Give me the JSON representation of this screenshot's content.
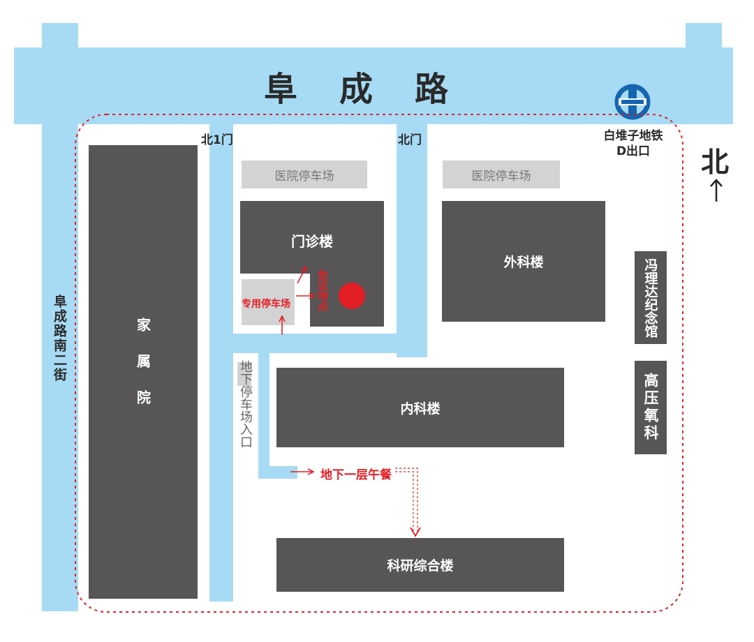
{
  "roads": {
    "main": "阜成路",
    "side": "阜成路南二街"
  },
  "gates": {
    "north1": "北1门",
    "north": "北门"
  },
  "metro": {
    "label_line1": "白堆子地铁",
    "label_line2": "D出口",
    "icon": "beijing-subway-logo"
  },
  "compass": {
    "label": "北",
    "icon": "arrow-up-icon"
  },
  "buildings": {
    "family_compound": "家属院",
    "outpatient": "门诊楼",
    "surgery": "外科楼",
    "internal_medicine": "内科楼",
    "research": "科研综合楼",
    "memorial": "冯理达纪念馆",
    "hyperbaric": "高压氧科"
  },
  "parking": {
    "hospital_lot_1": "医院停车场",
    "hospital_lot_2": "医院停车场",
    "dedicated": "专用停车场",
    "underground_entrance": "地下停车场入口"
  },
  "annotations": {
    "venue_marker": "会议地点",
    "lunch": "地下一层午餐"
  },
  "colors": {
    "road": "#a7dbf5",
    "building": "#575556",
    "lot": "#d3d3d3",
    "accent_red": "#e31e24",
    "metro_blue": "#1565b0"
  }
}
